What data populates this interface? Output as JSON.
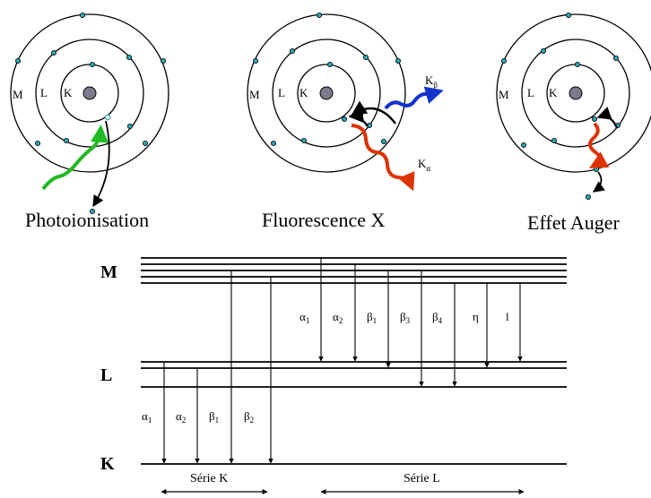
{
  "atoms": [
    {
      "caption": "Photoionisation",
      "shells": [
        "M",
        "L",
        "K"
      ]
    },
    {
      "caption": "Fluorescence X",
      "shells": [
        "M",
        "L",
        "K"
      ],
      "rays": [
        {
          "symbol": "K",
          "subscript": "β"
        },
        {
          "symbol": "K",
          "subscript": "α"
        }
      ]
    },
    {
      "caption": "Effet Auger",
      "shells": [
        "M",
        "L",
        "K"
      ]
    }
  ],
  "levels": {
    "M": "M",
    "L": "L",
    "K": "K"
  },
  "transitions_K": [
    {
      "symbol": "α",
      "subscript": "1"
    },
    {
      "symbol": "α",
      "subscript": "2"
    },
    {
      "symbol": "β",
      "subscript": "1"
    },
    {
      "symbol": "β",
      "subscript": "2"
    }
  ],
  "transitions_L": [
    {
      "symbol": "α",
      "subscript": "1"
    },
    {
      "symbol": "α",
      "subscript": "2"
    },
    {
      "symbol": "β",
      "subscript": "1"
    },
    {
      "symbol": "β",
      "subscript": "3"
    },
    {
      "symbol": "β",
      "subscript": "4"
    },
    {
      "symbol": "η",
      "subscript": ""
    },
    {
      "symbol": "l",
      "subscript": ""
    }
  ],
  "series": {
    "K": "Série K",
    "L": "Série L"
  },
  "colors": {
    "photon_green": "#22bb22",
    "photon_red": "#dd3300",
    "photon_blue": "#1133cc",
    "electron": "#2aa6b4",
    "nucleus": "#7a7a8c"
  }
}
